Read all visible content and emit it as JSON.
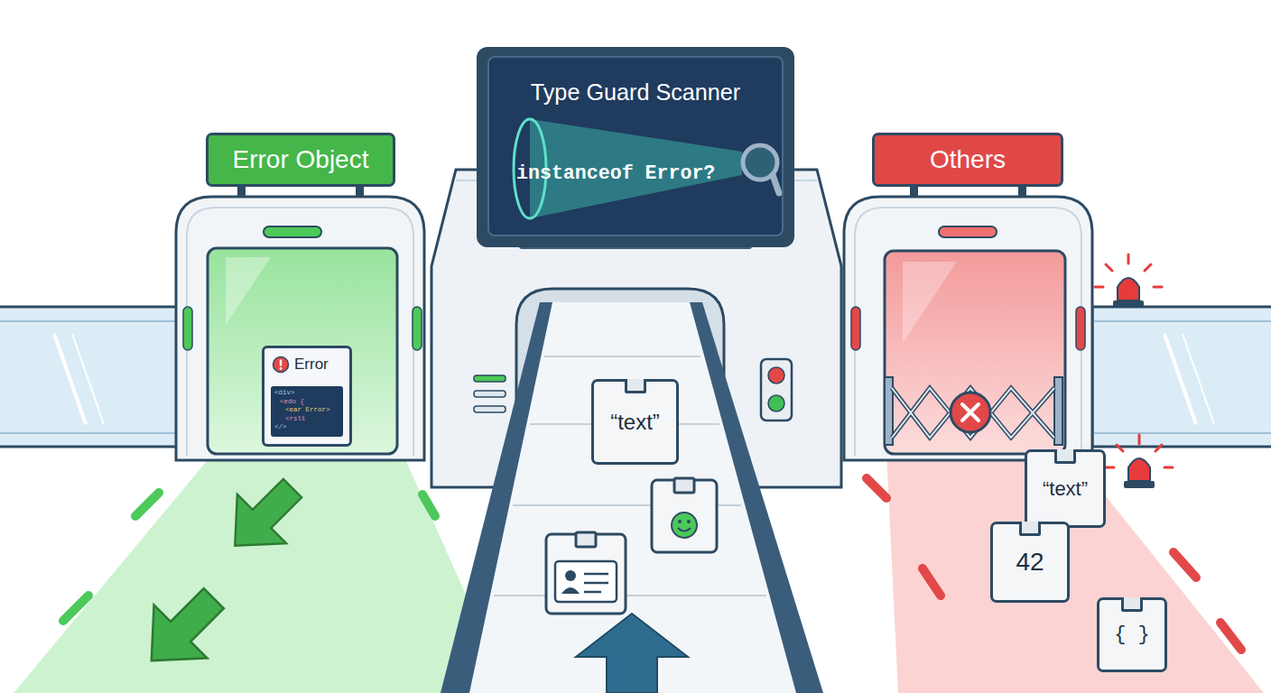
{
  "diagram": {
    "nodes": [
      {
        "text": [
          "Type Guard Scanner",
          "instanceof Error?"
        ]
      },
      {
        "text": [
          "Error Object"
        ]
      },
      {
        "text": [
          "Others"
        ]
      },
      {
        "text": [
          "Error"
        ]
      },
      {
        "text": [
          "“text”"
        ]
      },
      {
        "text": [
          "“text”"
        ]
      },
      {
        "text": [
          "42"
        ]
      },
      {
        "text": [
          "{ }"
        ]
      }
    ],
    "labels": [
      "<div>",
      "<edo {",
      "<ear Error>",
      "<rslt",
      "</>"
    ]
  }
}
